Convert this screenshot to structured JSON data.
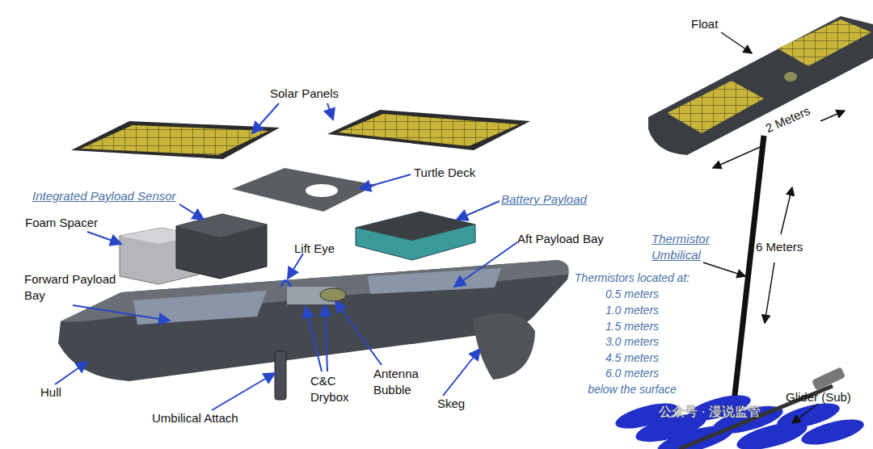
{
  "diagram": {
    "labels": [
      "Solar Panels",
      "Float",
      "2 Meters",
      "Turtle Deck",
      "Integrated Payload Sensor",
      "Battery Payload",
      "Foam Spacer",
      "Lift Eye",
      "Aft Payload Bay",
      "Thermistor Umbilical",
      "6 Meters",
      "Forward Payload Bay",
      "Thermistors located at:",
      "0.5 meters",
      "1.0 meters",
      "1.5 meters",
      "3.0 meters",
      "4.5 meters",
      "6.0 meters",
      "below the surface",
      "Hull",
      "C&C Drybox",
      "Antenna Bubble",
      "Skeg",
      "Umbilical Attach",
      "Glider (Sub)",
      "公众号 · 漫说监管"
    ]
  }
}
